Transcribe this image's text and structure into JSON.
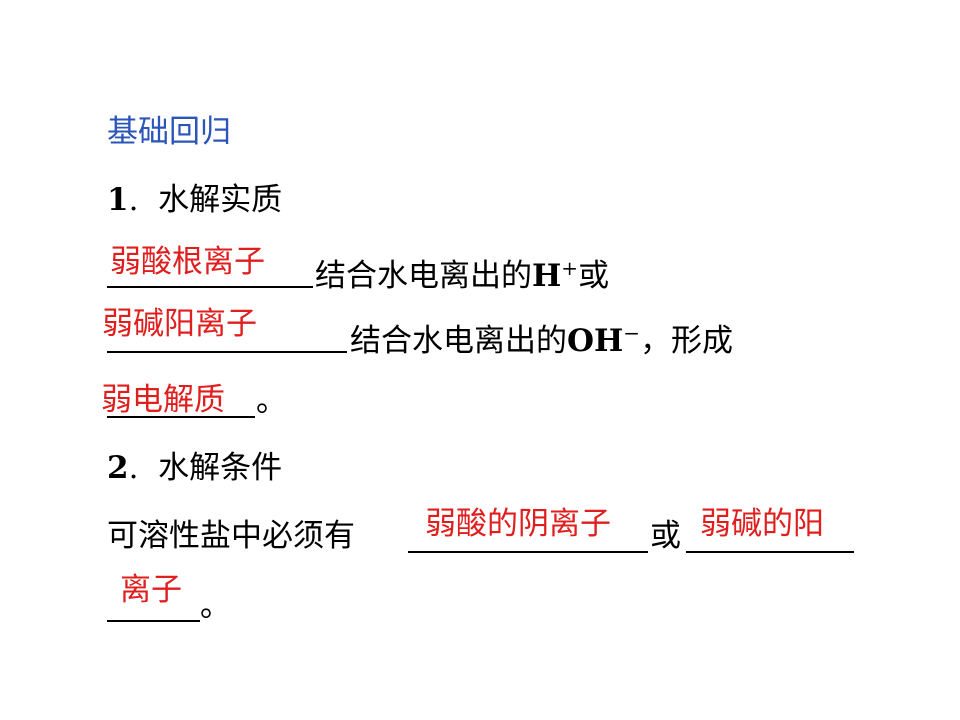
{
  "heading": "基础回归",
  "s1": {
    "number": "1",
    "sep": ".",
    "title": "水解实质",
    "answers": [
      "弱酸根离子",
      "弱碱阳离子",
      "弱电解质"
    ],
    "line1_text": "结合水电离出的",
    "line1_ion": "H",
    "line1_charge": "+",
    "line1_tail": "或",
    "line2_text": "结合水电离出的",
    "line2_ion": "OH",
    "line2_charge": "−",
    "line2_tail": "，形成",
    "line3_tail": "。"
  },
  "s2": {
    "number": "2",
    "sep": ".",
    "title": "水解条件",
    "line1_text": "可溶性盐中必须有",
    "answer1": "弱酸的阴离子",
    "connector": "或",
    "answer2_part1": "弱碱的阳",
    "answer2_part2": "离子",
    "line2_tail": "。"
  },
  "colors": {
    "heading": "#2b55b8",
    "answer": "#e01e1e",
    "text": "#000000"
  }
}
